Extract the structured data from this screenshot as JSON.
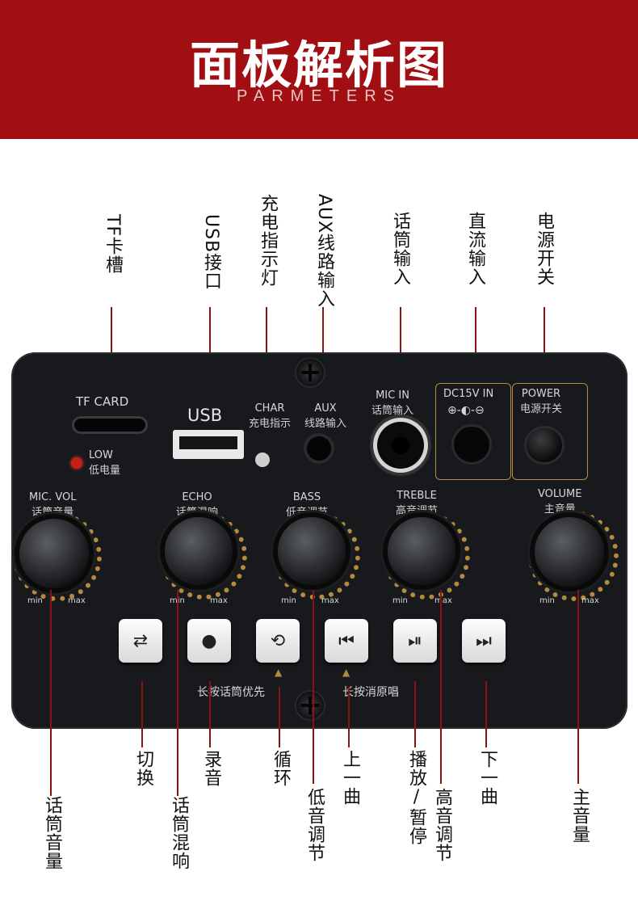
{
  "banner": {
    "title": "面板解析图",
    "subtitle": "PARMETERS"
  },
  "top_labels": {
    "tf": "TF卡槽",
    "usb": "USB接口",
    "char": "充电指示灯",
    "aux": "AUX线路输入",
    "mic": "话筒输入",
    "dc": "直流输入",
    "power": "电源开关"
  },
  "bottom_labels": {
    "switch": "切换",
    "record": "录音",
    "loop": "循环",
    "prev": "上一曲",
    "play": "播放/暂停",
    "next": "下一曲",
    "mic_vol": "话筒音量",
    "echo": "话筒混响",
    "bass": "低音调节",
    "treble": "高音调节",
    "volume": "主音量"
  },
  "panel": {
    "tf_card": "TF CARD",
    "low_en": "LOW",
    "low_cn": "低电量",
    "usb": "USB",
    "char_en": "CHAR",
    "char_cn": "充电指示",
    "aux_en": "AUX",
    "aux_cn": "线路输入",
    "mic_in_en": "MIC IN",
    "mic_in_cn": "话筒输入",
    "dc_in": "DC15V IN",
    "power_en": "POWER",
    "power_cn": "电源开关",
    "knobs": [
      {
        "en": "MIC. VOL",
        "cn": "话筒音量",
        "min": "min",
        "max": "max"
      },
      {
        "en": "ECHO",
        "cn": "话筒混响",
        "min": "min",
        "max": "max"
      },
      {
        "en": "BASS",
        "cn": "低音调节",
        "min": "min",
        "max": "max"
      },
      {
        "en": "TREBLE",
        "cn": "高音调节",
        "min": "min",
        "max": "max"
      },
      {
        "en": "VOLUME",
        "cn": "主音量",
        "min": "min",
        "max": "max"
      }
    ],
    "buttons": [
      {
        "icon": "switch-icon",
        "glyph": "⇄"
      },
      {
        "icon": "record-icon",
        "glyph": "●"
      },
      {
        "icon": "loop-icon",
        "glyph": "⟲"
      },
      {
        "icon": "previous-icon",
        "glyph": "⏮"
      },
      {
        "icon": "play-pause-icon",
        "glyph": "⏯"
      },
      {
        "icon": "next-icon",
        "glyph": "⏭"
      }
    ],
    "hint_mic_priority": "长按话筒优先",
    "hint_vocal_remove": "长按消原唱"
  },
  "colors": {
    "banner": "#a10f12",
    "panel": "#17191c",
    "accent_gold": "#b68a3d",
    "leader_line": "#8a1212"
  }
}
